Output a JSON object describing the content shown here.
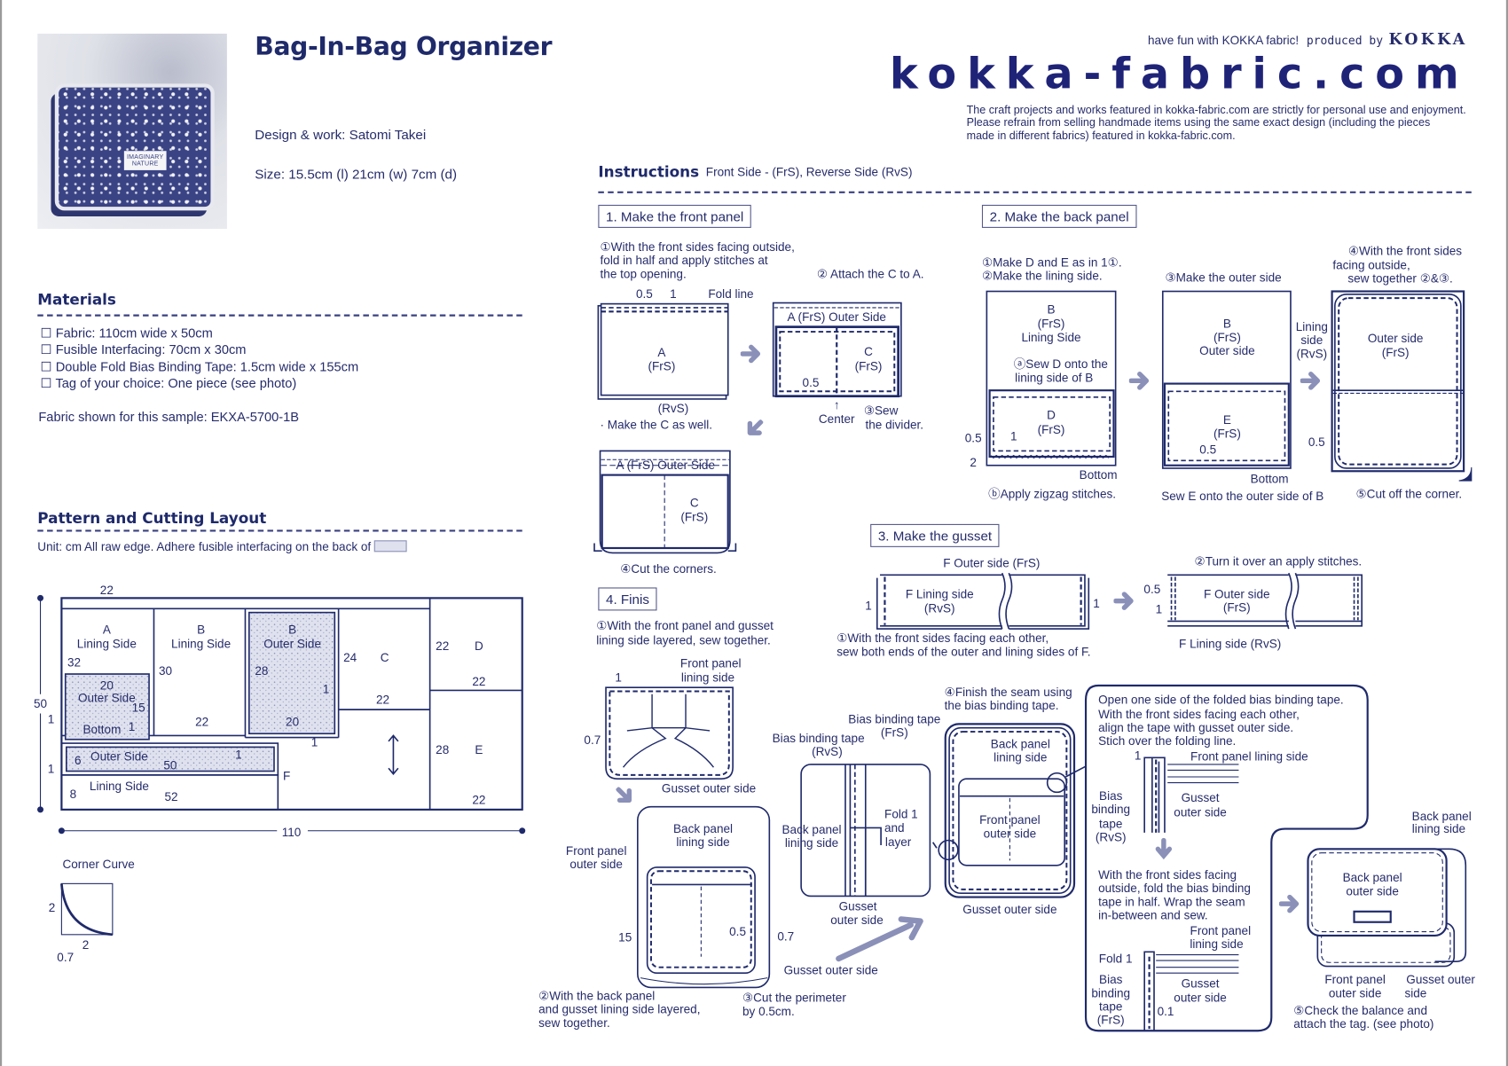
{
  "header": {
    "title": "Bag-In-Bag Organizer",
    "design": "Design & work: Satomi Takei",
    "size": "Size: 15.5cm (l)  21cm (w)  7cm (d)",
    "tagline": "have fun with KOKKA fabric!",
    "produced_by": "produced by",
    "brand": "KOKKA",
    "logo": "kokka-fabric.com",
    "disclaimer": [
      "The craft projects and works featured in kokka-fabric.com are strictly for personal use and enjoyment.",
      "Please refrain from selling handmade items using the same exact design (including the pieces",
      "made in different fabrics) featured in kokka-fabric.com."
    ],
    "photo_tag": "IMAGINARY NATURE"
  },
  "materials": {
    "heading": "Materials",
    "items": [
      "☐ Fabric: 110cm wide x 50cm",
      "☐ Fusible Interfacing: 70cm x 30cm",
      "☐ Double Fold Bias Binding Tape: 1.5cm wide x 155cm",
      "☐ Tag of your choice: One piece (see photo)"
    ],
    "fabric_sample": "Fabric shown for this sample: EKXA-5700-1B"
  },
  "pattern": {
    "heading": "Pattern and Cutting Layout",
    "note": "Unit: cm    All raw edge.  Adhere fusible interfacing on the back of",
    "labels": [
      "22",
      "A",
      "Lining Side",
      "32",
      "20",
      "Outer Side",
      "15",
      "1",
      "Bottom",
      "1",
      "B",
      "Lining Side",
      "30",
      "22",
      "B",
      "Outer Side",
      "28",
      "1",
      "20",
      "1",
      "24",
      "C",
      "22",
      "22",
      "D",
      "22",
      "28",
      "E",
      "22",
      "6",
      "Outer Side",
      "50",
      "1",
      "1",
      "F",
      "8",
      "Lining Side",
      "52",
      "110",
      "50"
    ],
    "corner": [
      "Corner Curve",
      "2",
      "2",
      "0.7"
    ]
  },
  "instructions": {
    "heading": "Instructions",
    "legend": "Front Side - (FrS), Reverse Side (RvS)",
    "step1": {
      "title": "1. Make the front panel",
      "labels": [
        "①With the front sides facing outside,",
        "fold in half and apply stitches at",
        "the top opening.",
        "0.5",
        "1",
        "Fold line",
        "A",
        "(FrS)",
        "(RvS)",
        "· Make the C as well.",
        "② Attach the C to A.",
        "A (FrS) Outer Side",
        "C",
        "(FrS)",
        "0.5",
        "↑",
        "Center",
        "③Sew",
        "the divider.",
        "A (FrS) Outer Side",
        "C",
        "(FrS)",
        "④Cut the corners."
      ]
    },
    "step2": {
      "title": "2. Make the back panel",
      "labels": [
        "①Make D and E as in 1①.",
        "②Make the lining side.",
        "B",
        "(FrS)",
        "Lining Side",
        "ⓐSew D onto the",
        "lining side of B",
        "D",
        "(FrS)",
        "0.5",
        "1",
        "2",
        "Bottom",
        "ⓑApply zigzag stitches.",
        "③Make the outer side",
        "B",
        "(FrS)",
        "Outer side",
        "E",
        "(FrS)",
        "0.5",
        "Bottom",
        "Sew E onto the outer side of B",
        "④With the front sides",
        "facing outside,",
        "sew together ②&③.",
        "Lining",
        "side",
        "(RvS)",
        "Outer side",
        "(FrS)",
        "0.5",
        "⑤Cut off the corner."
      ]
    },
    "step3": {
      "title": "3. Make the gusset",
      "labels": [
        "F Outer side (FrS)",
        "F Lining side",
        "(RvS)",
        "1",
        "1",
        "①With the front sides facing each other,",
        "sew both ends of the outer and lining sides of F.",
        "②Turn it over an apply stitches.",
        "0.5",
        "1",
        "F Outer side",
        "(FrS)",
        "F Lining side (RvS)"
      ]
    },
    "step4": {
      "title": "4. Finis",
      "labels": [
        "①With the front panel and gusset",
        "lining side layered, sew together.",
        "1",
        "Front panel",
        "lining side",
        "0.7",
        "Gusset outer side",
        "Back panel",
        "lining side",
        "Front panel",
        "outer side",
        "15",
        "0.5",
        "0.7",
        "Gusset outer side",
        "②With the back panel",
        "and gusset lining side layered,",
        "sew together.",
        "③Cut the perimeter",
        "by 0.5cm.",
        "Bias binding tape",
        "(RvS)",
        "Bias binding tape",
        "(FrS)",
        "Back panel",
        "lining side",
        "Fold 1",
        "and",
        "layer",
        "Gusset",
        "outer side",
        "④Finish the seam using",
        "the bias binding tape.",
        "Back panel",
        "lining side",
        "Front panel",
        "outer side",
        "Gusset outer side"
      ]
    },
    "step5": {
      "labels": [
        "Open one side of the folded bias binding tape.",
        "With the front sides facing each other,",
        "align the tape with gusset outer side.",
        "Stich over the folding line.",
        "1",
        "Front panel lining side",
        "Bias",
        "binding",
        "tape",
        "(RvS)",
        "Gusset",
        "outer side",
        "With the front sides facing",
        "outside, fold the bias binding",
        "tape in half. Wrap the seam",
        "in-between and sew.",
        "Front panel",
        "lining side",
        "Fold 1",
        "Bias",
        "binding",
        "tape",
        "(FrS)",
        "Gusset",
        "outer side",
        "0.1",
        "Back panel",
        "lining side",
        "Back panel",
        "outer side",
        "Front panel",
        "outer side",
        "Gusset outer",
        "side",
        "⑤Check the balance and",
        "attach the tag. (see photo)"
      ]
    }
  },
  "colors": {
    "ink": "#1f2a6b",
    "arrow": "#8a90b8",
    "interfacing": "#dfe2ee"
  }
}
